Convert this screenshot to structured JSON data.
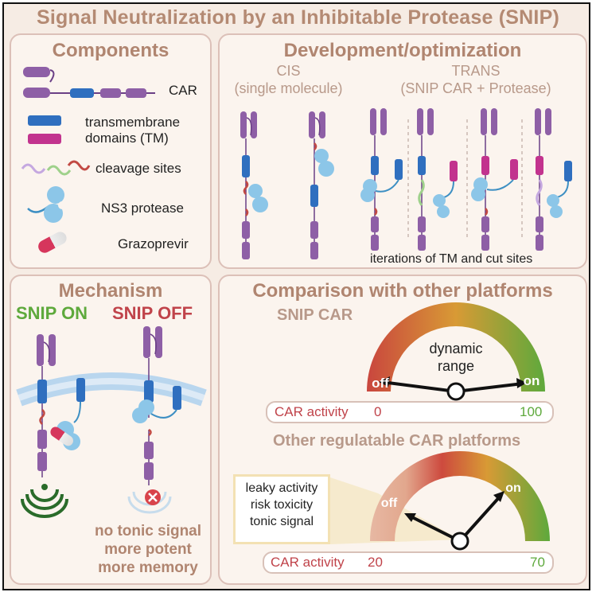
{
  "title": "Signal Neutralization by an Inhibitable Protease (SNIP)",
  "components": {
    "title": "Components",
    "car": "CAR",
    "tm_line1": "transmembrane",
    "tm_line2": "domains (TM)",
    "cleavage": "cleavage sites",
    "ns3": "NS3 protease",
    "grazoprevir": "Grazoprevir"
  },
  "development": {
    "title": "Development/optimization",
    "cis_line1": "CIS",
    "cis_line2": "(single molecule)",
    "trans_line1": "TRANS",
    "trans_line2": "(SNIP CAR + Protease)",
    "iterations": "iterations of TM and cut sites"
  },
  "mechanism": {
    "title": "Mechanism",
    "on": "SNIP ON",
    "off": "SNIP OFF",
    "note_line1": "no tonic signal",
    "note_line2": "more potent",
    "note_line3": "more memory"
  },
  "comparison": {
    "title": "Comparison with other platforms",
    "snip_label": "SNIP CAR",
    "gauge1": {
      "off": "off",
      "on": "on",
      "center_line1": "dynamic",
      "center_line2": "range"
    },
    "bar1": {
      "label": "CAR activity",
      "low": "0",
      "high": "100"
    },
    "other_label": "Other regulatable CAR platforms",
    "gauge2": {
      "off": "off",
      "on": "on"
    },
    "callout_line1": "leaky activity",
    "callout_line2": "risk toxicity",
    "callout_line3": "tonic signal",
    "bar2": {
      "label": "CAR activity",
      "low": "20",
      "high": "70"
    }
  },
  "colors": {
    "purple": "#8e5fa6",
    "blue": "#2f6fbf",
    "magenta": "#c2338e",
    "protease": "#8cc6e8",
    "red_text": "#c0434a",
    "green_text": "#5ea93c",
    "title": "#b48a73"
  }
}
